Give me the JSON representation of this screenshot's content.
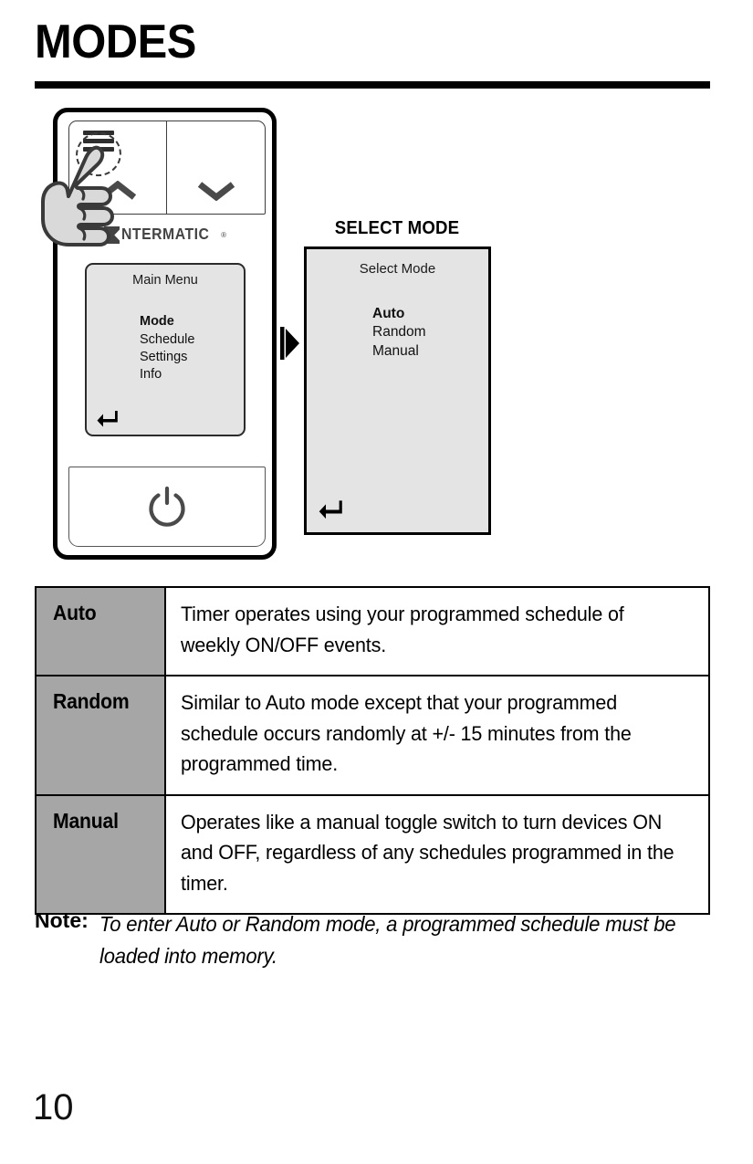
{
  "page": {
    "title": "MODES",
    "number": "10"
  },
  "device": {
    "brand": "NTERMATIC",
    "brand_registered": "®",
    "icons": {
      "menu": "hamburger-icon",
      "chevron_up": "chevron-up-icon",
      "chevron_down": "chevron-down-icon",
      "power": "power-icon",
      "enter": "enter-return-icon",
      "hand": "hand-pointer-icon",
      "tap": "tap-ring-indicator"
    },
    "screen": {
      "title": "Main Menu",
      "items": [
        {
          "label": "Mode",
          "selected": true
        },
        {
          "label": "Schedule",
          "selected": false
        },
        {
          "label": "Settings",
          "selected": false
        },
        {
          "label": "Info",
          "selected": false
        }
      ]
    }
  },
  "select_mode_panel": {
    "heading": "SELECT MODE",
    "screen": {
      "title": "Select Mode",
      "items": [
        {
          "label": "Auto",
          "selected": true
        },
        {
          "label": "Random",
          "selected": false
        },
        {
          "label": "Manual",
          "selected": false
        }
      ]
    }
  },
  "modes_table": {
    "rows": [
      {
        "label": "Auto",
        "description": "Timer operates using your programmed schedule of weekly ON/OFF events."
      },
      {
        "label": "Random",
        "description": "Similar to Auto mode except that your programmed schedule occurs randomly at +/- 15 minutes from the programmed time."
      },
      {
        "label": "Manual",
        "description": "Operates like a manual toggle switch to turn devices ON and OFF, regardless of any schedules programmed in the timer."
      }
    ]
  },
  "note": {
    "label": "Note:",
    "text": "To enter Auto or Random mode, a programmed schedule must be loaded into memory."
  },
  "colors": {
    "lcd_background": "#e4e4e4",
    "table_label_background": "#a6a6a6",
    "rule": "#000000",
    "icon_gray": "#4a4a4a",
    "hand_fill": "#d9d9d9"
  }
}
